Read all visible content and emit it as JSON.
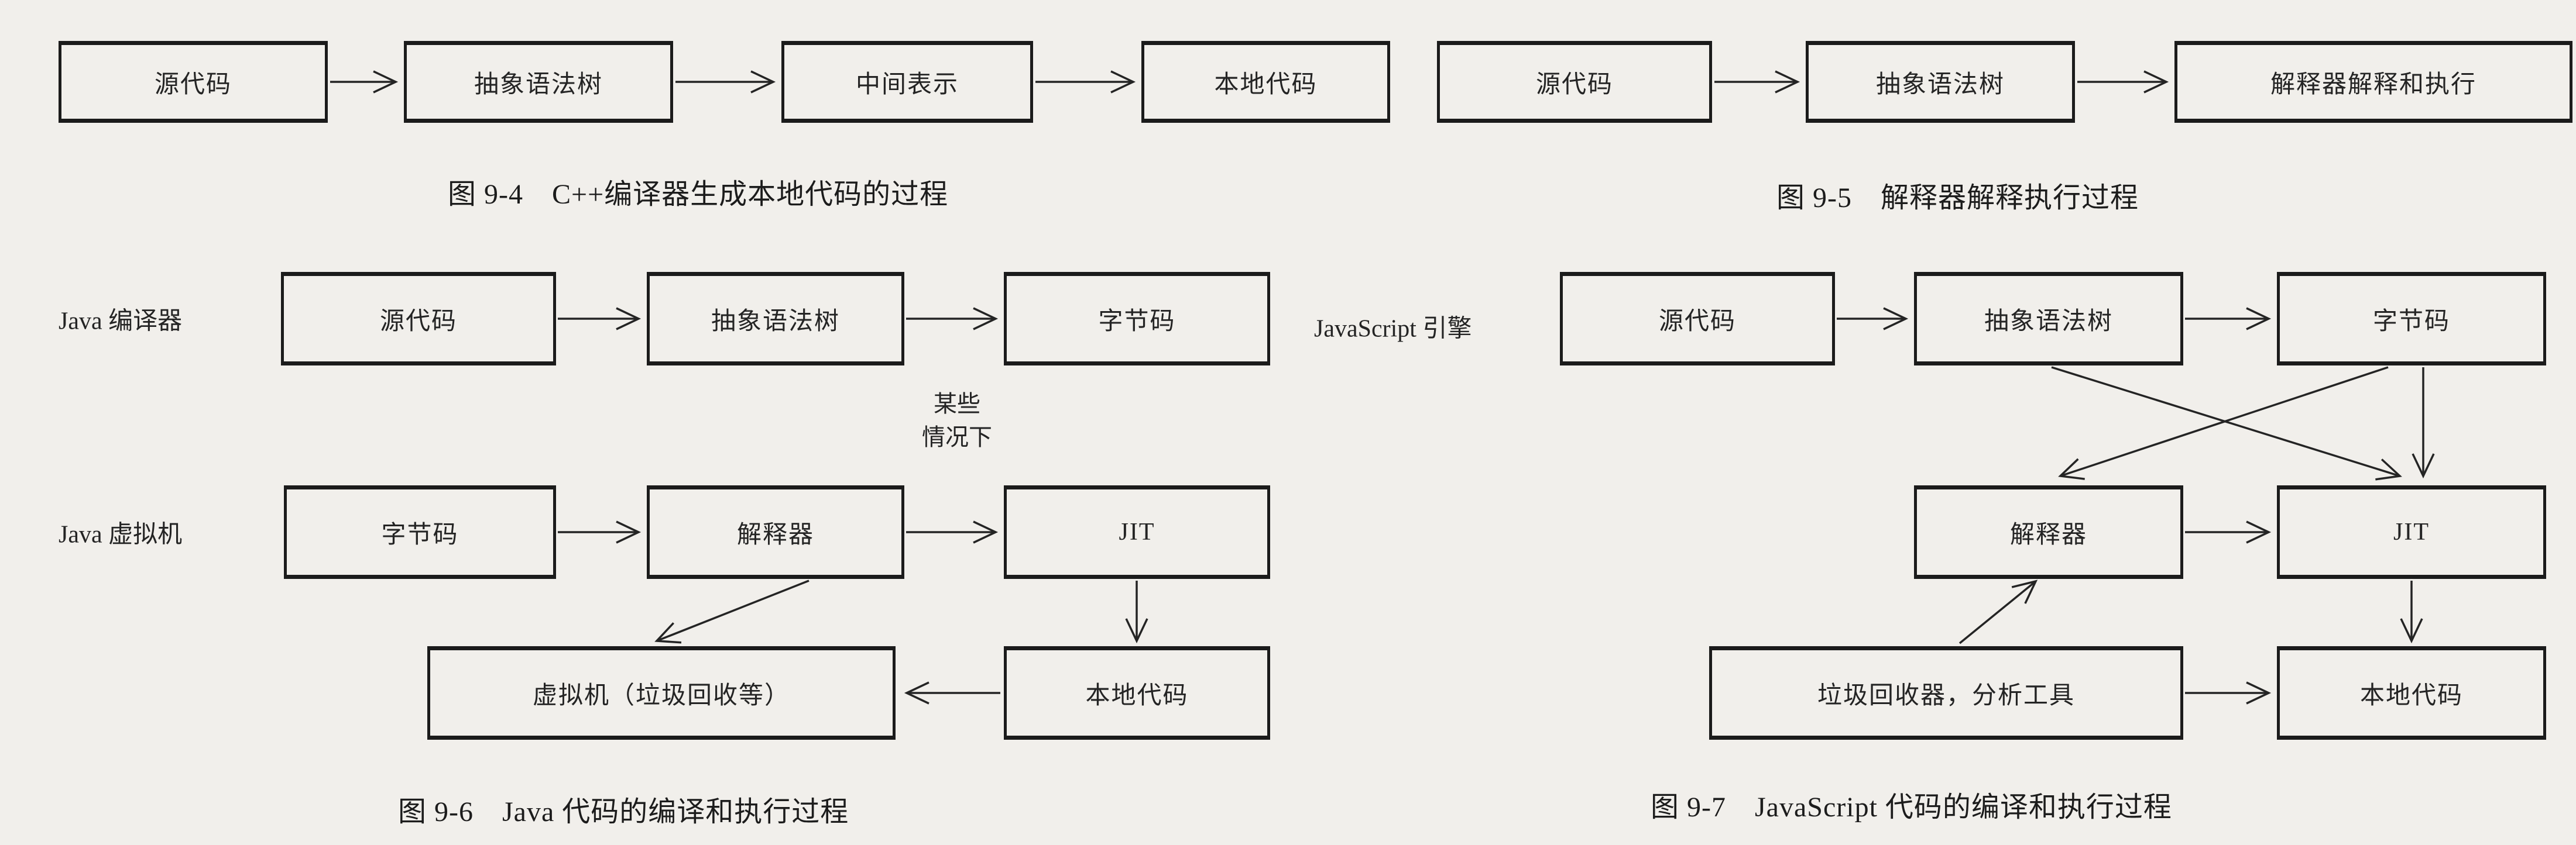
{
  "page": {
    "background": "#f1efeb",
    "ink": "#242424"
  },
  "fig94": {
    "caption": "图 9-4　C++编译器生成本地代码的过程",
    "nodes": [
      "源代码",
      "抽象语法树",
      "中间表示",
      "本地代码"
    ]
  },
  "fig95": {
    "caption": "图 9-5　解释器解释执行过程",
    "nodes": [
      "源代码",
      "抽象语法树",
      "解释器解释和执行"
    ]
  },
  "fig96": {
    "caption": "图 9-6　Java 代码的编译和执行过程",
    "label_row1": "Java 编译器",
    "label_row2": "Java 虚拟机",
    "annotation_line1": "某些",
    "annotation_line2": "情况下",
    "row1": [
      "源代码",
      "抽象语法树",
      "字节码"
    ],
    "row2": [
      "字节码",
      "解释器",
      "JIT"
    ],
    "row3": [
      "虚拟机（垃圾回收等）",
      "本地代码"
    ]
  },
  "fig97": {
    "caption": "图 9-7　JavaScript 代码的编译和执行过程",
    "label": "JavaScript 引擎",
    "row1": [
      "源代码",
      "抽象语法树",
      "字节码"
    ],
    "row2": [
      "解释器",
      "JIT"
    ],
    "row3": [
      "垃圾回收器，分析工具",
      "本地代码"
    ]
  }
}
